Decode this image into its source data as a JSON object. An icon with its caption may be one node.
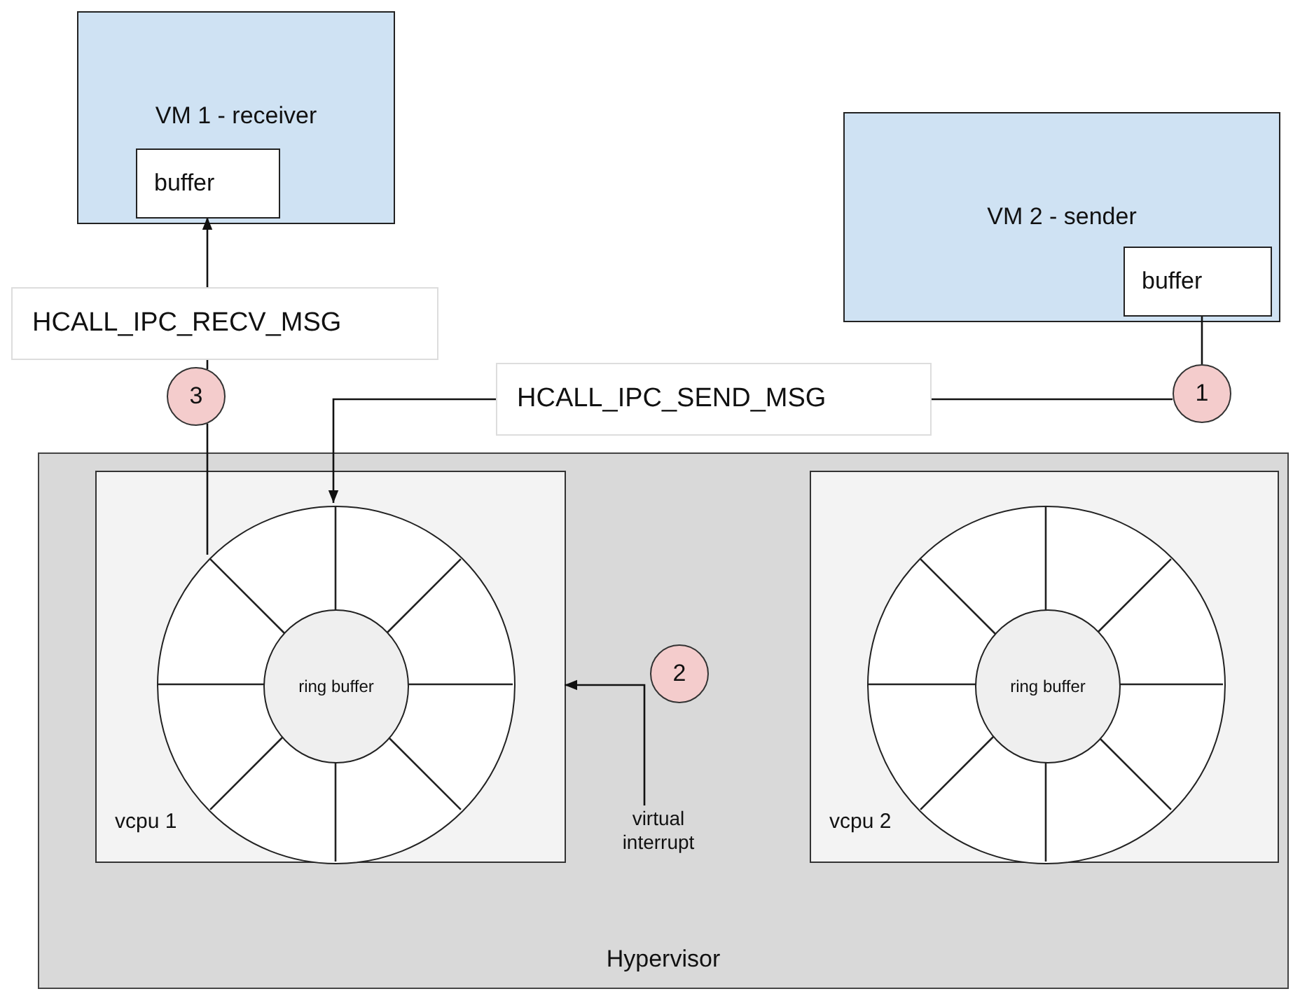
{
  "diagram": {
    "nodes": [
      {
        "text": [
          "VM 1 - receiver"
        ]
      },
      {
        "text": [
          "buffer"
        ],
        "in": 0
      },
      {
        "text": [
          "VM 2 - sender"
        ]
      },
      {
        "text": [
          "buffer"
        ],
        "in": 2
      },
      {
        "text": [
          "Hypervisor"
        ]
      },
      {
        "text": [
          "vcpu 1"
        ],
        "in": 4
      },
      {
        "text": [],
        "shape": "circle",
        "in": 5
      },
      {
        "text": [
          "ring buffer"
        ],
        "in": 6
      },
      {
        "text": [
          "vcpu 2"
        ],
        "in": 4
      },
      {
        "text": [],
        "shape": "circle",
        "in": 8
      },
      {
        "text": [
          "ring buffer"
        ],
        "in": 9
      },
      {
        "text": [
          "HCALL_IPC_RECV_MSG"
        ]
      },
      {
        "text": [
          "HCALL_IPC_SEND_MSG"
        ]
      },
      {
        "text": [
          "1"
        ]
      },
      {
        "text": [
          "2"
        ],
        "in": 4
      },
      {
        "text": [
          "3"
        ]
      },
      {
        "text": [
          "virtual interrupt"
        ],
        "in": 4
      }
    ],
    "edges": [
      {
        "from": 3,
        "to": 13,
        "arrow": "none"
      },
      {
        "from": 13,
        "to": 12,
        "arrow": "none"
      },
      {
        "from": 12,
        "to": 6,
        "arrow": "to"
      },
      {
        "from": 6,
        "to": 15,
        "arrow": "none"
      },
      {
        "from": 15,
        "to": 11,
        "arrow": "none"
      },
      {
        "from": 11,
        "to": 1,
        "arrow": "to"
      },
      {
        "from": 16,
        "to": 5,
        "arrow": "to"
      }
    ]
  }
}
